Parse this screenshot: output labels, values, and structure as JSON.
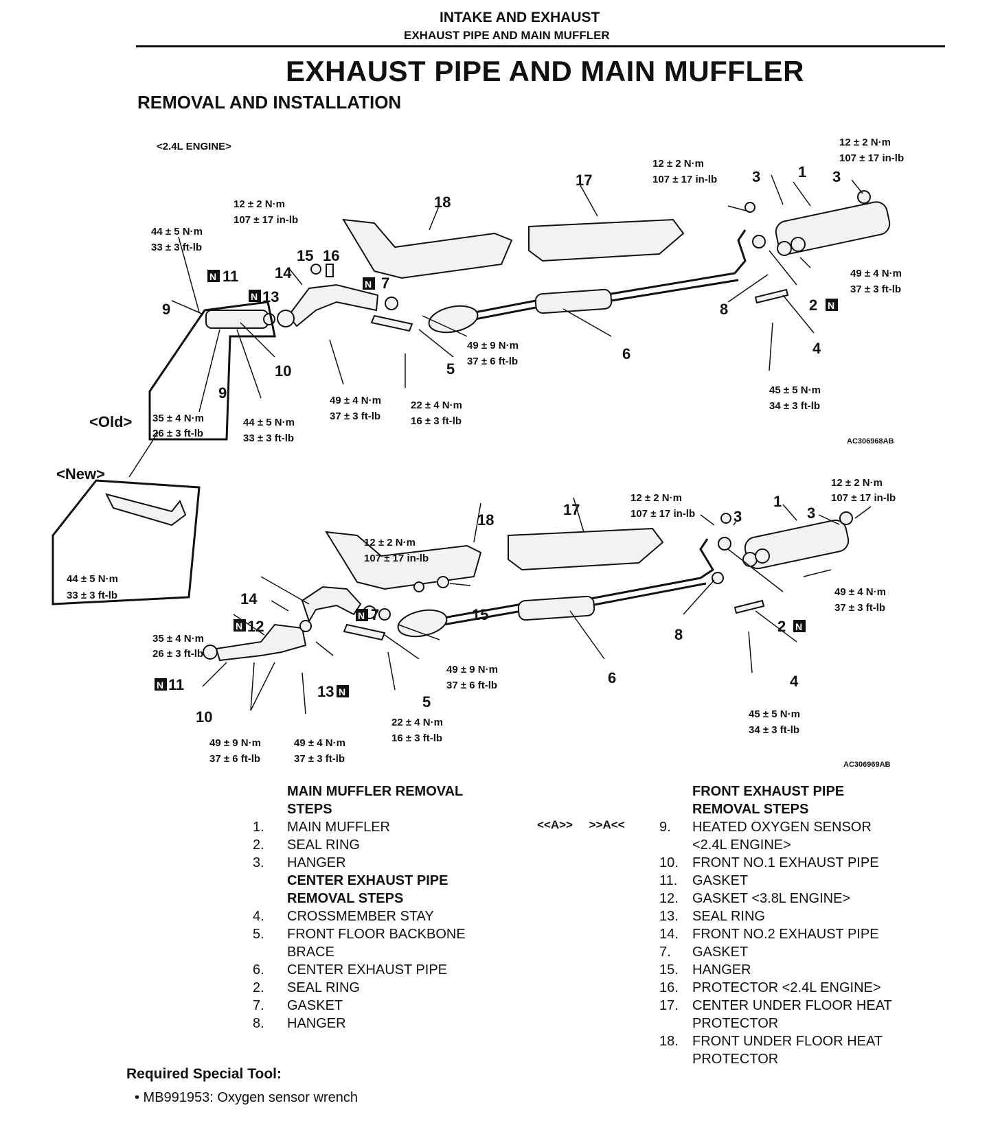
{
  "header": {
    "section": "INTAKE AND EXHAUST",
    "subsection": "EXHAUST PIPE AND MAIN MUFFLER"
  },
  "title": "EXHAUST PIPE AND MAIN MUFFLER",
  "subtitle": "REMOVAL AND INSTALLATION",
  "diagram_top": {
    "engine_label": "<2.4L ENGINE>",
    "code": "AC306968AB",
    "old_label": "<Old>",
    "new_label": "<New>",
    "torque": {
      "t1": [
        "12 ± 2 N·m",
        "107 ± 17 in-lb"
      ],
      "t2": [
        "12 ± 2 N·m",
        "107 ± 17 in-lb"
      ],
      "t3": [
        "12 ± 2 N·m",
        "107 ± 17 in-lb"
      ],
      "t4": [
        "44 ± 5 N·m",
        "33 ± 3 ft-lb"
      ],
      "t5": [
        "49 ± 4 N·m",
        "37 ± 3 ft-lb"
      ],
      "t6": [
        "49 ± 9 N·m",
        "37 ± 6 ft-lb"
      ],
      "t7": [
        "49 ± 4 N·m",
        "37 ± 3 ft-lb"
      ],
      "t8": [
        "22 ± 4 N·m",
        "16 ± 3 ft-lb"
      ],
      "t9": [
        "45 ± 5 N·m",
        "34 ± 3 ft-lb"
      ],
      "t10": [
        "35 ± 4 N·m",
        "26 ± 3 ft-lb"
      ],
      "t11": [
        "44 ± 5 N·m",
        "33 ± 3 ft-lb"
      ],
      "t12": [
        "44 ± 5 N·m",
        "33 ± 3 ft-lb"
      ]
    }
  },
  "diagram_bottom": {
    "code": "AC306969AB",
    "torque": {
      "t1": [
        "12 ± 2 N·m",
        "107 ± 17 in-lb"
      ],
      "t2": [
        "12 ± 2 N·m",
        "107 ± 17 in-lb"
      ],
      "t3": [
        "12 ± 2 N·m",
        "107 ± 17 in-lb"
      ],
      "t4": [
        "49 ± 4 N·m",
        "37 ± 3 ft-lb"
      ],
      "t5": [
        "35 ± 4 N·m",
        "26 ± 3 ft-lb"
      ],
      "t6": [
        "49 ± 9 N·m",
        "37 ± 6 ft-lb"
      ],
      "t7": [
        "22 ± 4 N·m",
        "16 ± 3 ft-lb"
      ],
      "t8": [
        "45 ± 5 N·m",
        "34 ± 3 ft-lb"
      ],
      "t9": [
        "49 ± 9 N·m",
        "37 ± 6 ft-lb"
      ],
      "t10": [
        "49 ± 4 N·m",
        "37 ± 3 ft-lb"
      ]
    }
  },
  "main_muffler": {
    "heading": [
      "MAIN MUFFLER REMOVAL",
      "STEPS"
    ],
    "steps": [
      {
        "n": "1.",
        "t": "MAIN MUFFLER"
      },
      {
        "n": "2.",
        "t": "SEAL RING"
      },
      {
        "n": "3.",
        "t": "HANGER"
      }
    ]
  },
  "center_pipe": {
    "heading": [
      "CENTER EXHAUST PIPE",
      "REMOVAL STEPS"
    ],
    "steps": [
      {
        "n": "4.",
        "t": "CROSSMEMBER STAY"
      },
      {
        "n": "5.",
        "t": "FRONT FLOOR BACKBONE"
      },
      {
        "n": "",
        "t": "BRACE"
      },
      {
        "n": "6.",
        "t": "CENTER EXHAUST PIPE"
      },
      {
        "n": "2.",
        "t": "SEAL RING"
      },
      {
        "n": "7.",
        "t": "GASKET"
      },
      {
        "n": "8.",
        "t": "HANGER"
      }
    ]
  },
  "front_pipe": {
    "heading": [
      "FRONT EXHAUST PIPE",
      "REMOVAL STEPS"
    ],
    "ref_marks": "<<A>>     >>A<<",
    "steps": [
      {
        "n": "9.",
        "t": "HEATED OXYGEN SENSOR"
      },
      {
        "n": "",
        "t": "<2.4L ENGINE>"
      },
      {
        "n": "10.",
        "t": "FRONT NO.1 EXHAUST PIPE"
      },
      {
        "n": "11.",
        "t": "GASKET"
      },
      {
        "n": "12.",
        "t": "GASKET <3.8L ENGINE>"
      },
      {
        "n": "13.",
        "t": "SEAL RING"
      },
      {
        "n": "14.",
        "t": "FRONT NO.2 EXHAUST PIPE"
      },
      {
        "n": "7.",
        "t": "GASKET"
      },
      {
        "n": "15.",
        "t": "HANGER"
      },
      {
        "n": "16.",
        "t": "PROTECTOR <2.4L ENGINE>"
      },
      {
        "n": "17.",
        "t": "CENTER UNDER FLOOR HEAT"
      },
      {
        "n": "",
        "t": "PROTECTOR"
      },
      {
        "n": "18.",
        "t": "FRONT UNDER FLOOR HEAT"
      },
      {
        "n": "",
        "t": "PROTECTOR"
      }
    ]
  },
  "special_tool": {
    "heading": "Required Special Tool:",
    "item": "• MB991953: Oxygen sensor wrench"
  }
}
